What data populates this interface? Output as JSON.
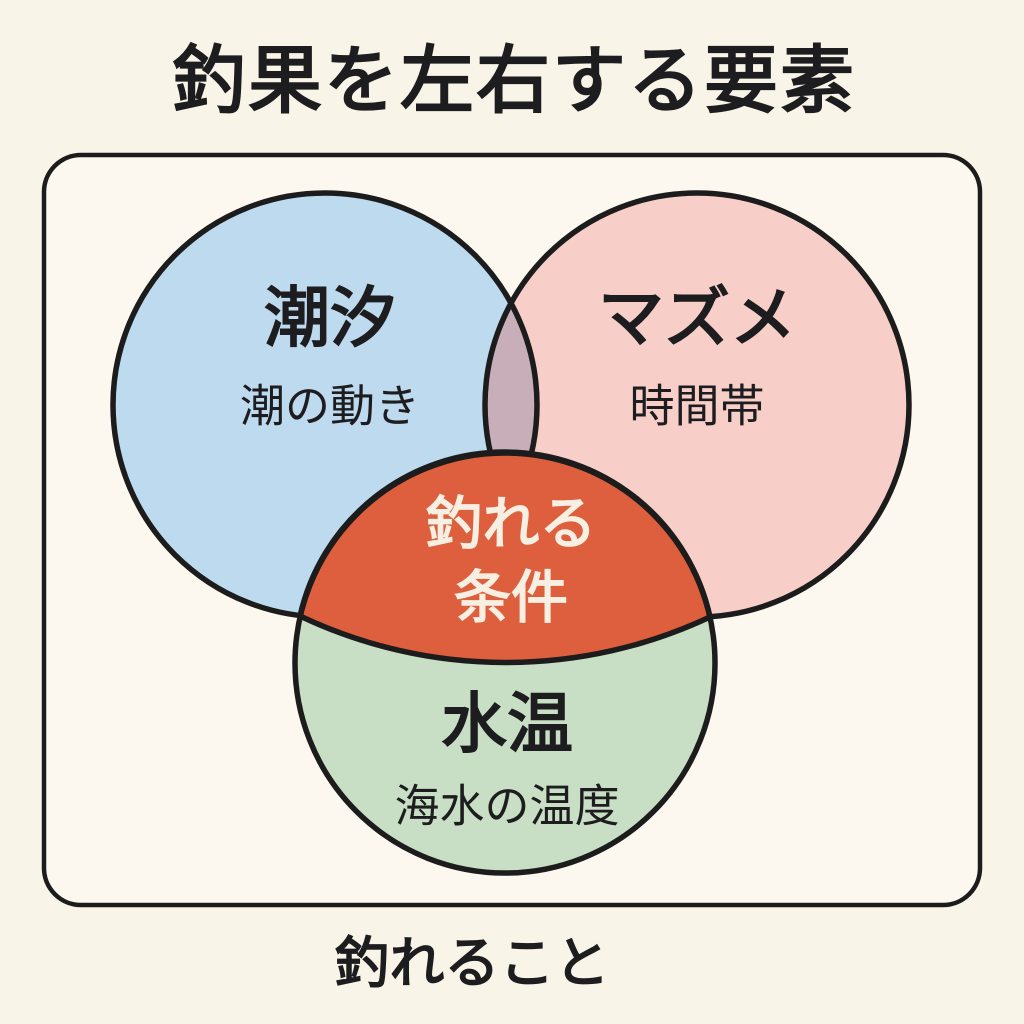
{
  "title": "釣果を左右する要素",
  "caption": "釣れること",
  "colors": {
    "background": "#F9F4E8",
    "card_background": "#FCF8EF",
    "outline": "#1C1C1C",
    "text_dark": "#1D1D1F",
    "text_light": "#F7EFE2"
  },
  "venn": {
    "circles": [
      {
        "id": "tide",
        "label": "潮汐",
        "sublabel": "潮の動き",
        "color": "#BEDAEF"
      },
      {
        "id": "mazume",
        "label": "マズメ",
        "sublabel": "時間帯",
        "color": "#F8CEC8"
      },
      {
        "id": "temperature",
        "label": "水温",
        "sublabel": "海水の温度",
        "color": "#C8DFC5"
      }
    ],
    "overlaps": {
      "tide_mazume_color": "#C7AEB9",
      "center_color": "#DE5F3D",
      "center_label_line1": "釣れる",
      "center_label_line2": "条件"
    }
  }
}
